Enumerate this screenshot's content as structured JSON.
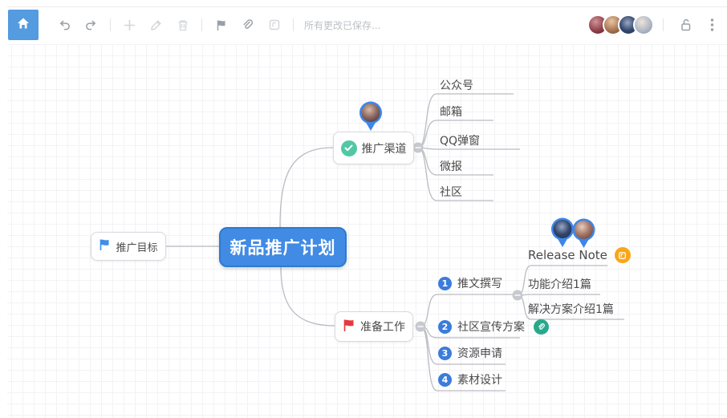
{
  "toolbar": {
    "status_text": "所有更改已保存...",
    "icons": [
      "home",
      "undo",
      "redo",
      "add-node",
      "edit",
      "delete",
      "flag-mark",
      "attach-link",
      "note",
      "lock-open",
      "more-menu"
    ],
    "collaborator_count": 4
  },
  "mindmap": {
    "root": "新品推广计划",
    "goal": "推广目标",
    "channels": "推广渠道",
    "channel_items": [
      "公众号",
      "邮箱",
      "QQ弹窗",
      "微报",
      "社区"
    ],
    "prep": "准备工作",
    "prep_items": [
      {
        "num": "1",
        "label": "推文撰写"
      },
      {
        "num": "2",
        "label": "社区宣传方案"
      },
      {
        "num": "3",
        "label": "资源申请"
      },
      {
        "num": "4",
        "label": "素材设计"
      }
    ],
    "release_note": "Release Note",
    "release_items": [
      "功能介绍1篇",
      "解决方案介绍1篇"
    ]
  },
  "colors": {
    "root_fill": "#418be4",
    "root_border": "#2e7ad0",
    "home_button": "#549bdf",
    "badge_blue": "#3b7cdb",
    "check_green": "#52c7a5",
    "link_teal": "#2aa88c",
    "note_orange": "#f9a61a",
    "flag_red": "#e6393d",
    "flag_blue": "#3f8ee8",
    "pin_blue": "#3e86e8",
    "connector_gray": "#b9bcc2"
  }
}
